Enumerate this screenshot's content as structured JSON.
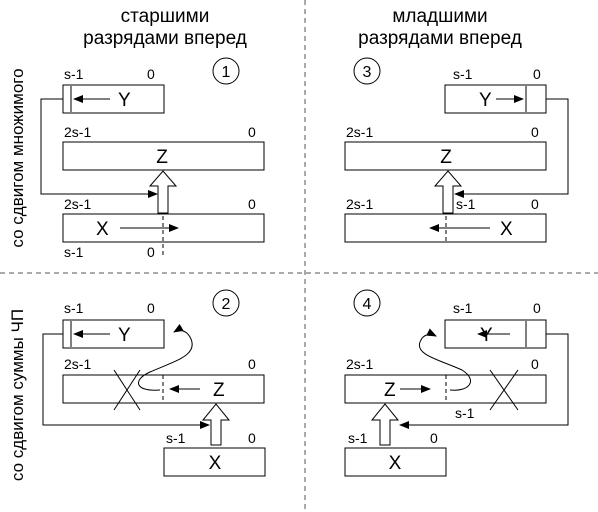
{
  "headers": {
    "left_line1": "старшими",
    "left_line2": "разрядами вперед",
    "right_line1": "младшими",
    "right_line2": "разрядами вперед"
  },
  "side_labels": {
    "top": "со сдвигом множимого",
    "bottom": "со сдвигом суммы ЧП"
  },
  "labels": {
    "s_minus_1": "s-1",
    "two_s_minus_1": "2s-1",
    "zero": "0"
  },
  "registers": {
    "Y": "Y",
    "Z": "Z",
    "X": "X"
  },
  "quadrant_numbers": [
    "1",
    "2",
    "3",
    "4"
  ]
}
